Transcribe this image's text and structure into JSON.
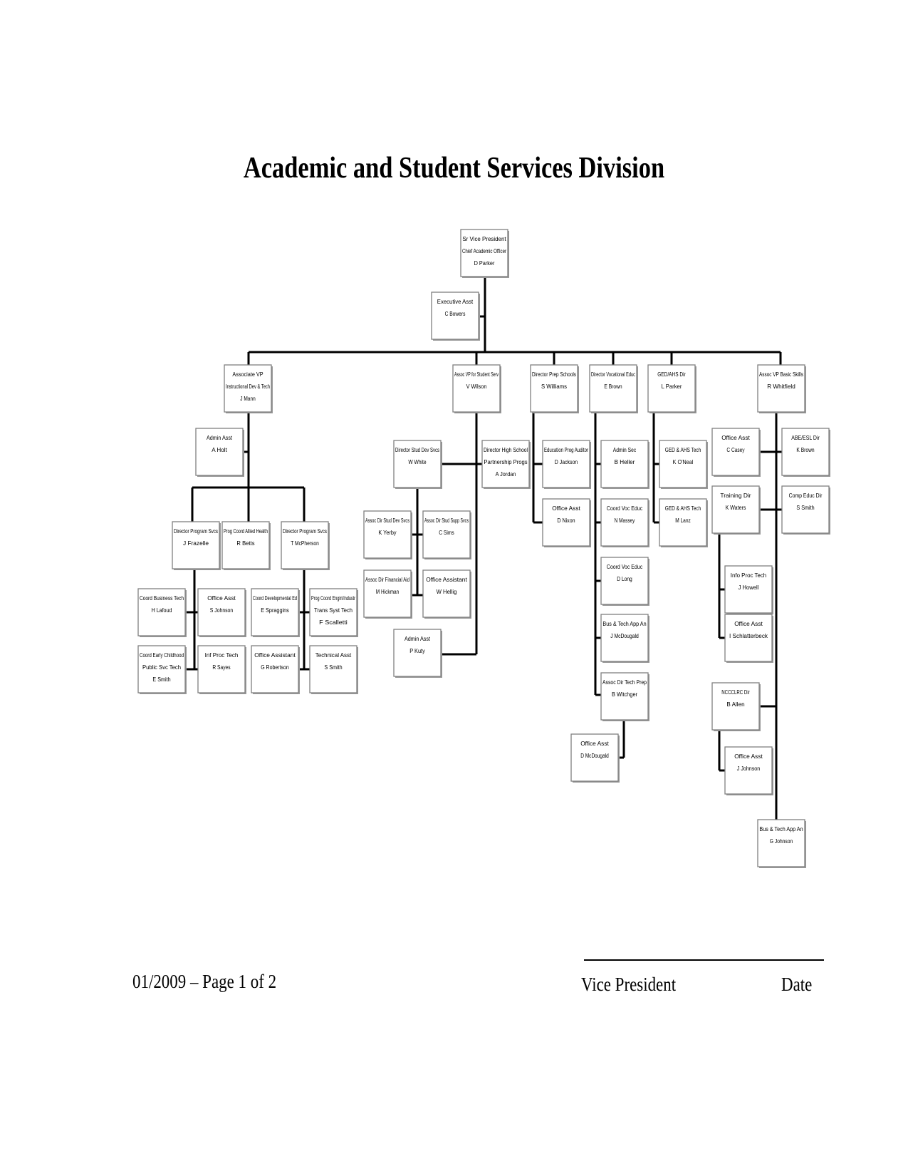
{
  "title": "Academic and Student Services Division",
  "footer": {
    "page_label": "01/2009 – Page 1 of 2",
    "signature_label": "Vice President",
    "date_label": "Date"
  },
  "org_boxes": [
    {
      "id": "svp",
      "lines": [
        "Sr Vice President",
        "Chief Academic Officer",
        "D Parker"
      ]
    },
    {
      "id": "exec-asst",
      "lines": [
        "Executive Asst",
        "C Bowers"
      ]
    },
    {
      "id": "assoc-vp-instr",
      "lines": [
        "Associate VP",
        "Instructional Dev & Tech",
        "J Mann"
      ]
    },
    {
      "id": "assoc-vp-stud",
      "lines": [
        "Assoc VP for Student Serv",
        "V Wilson"
      ]
    },
    {
      "id": "dir-prep-schools",
      "lines": [
        "Director Prep Schools",
        "S Williams"
      ]
    },
    {
      "id": "dir-voc-educ",
      "lines": [
        "Director Vocational Educ",
        "E Brown"
      ]
    },
    {
      "id": "ged-ahs-dir",
      "lines": [
        "GED/AHS Dir",
        "L Parker"
      ]
    },
    {
      "id": "assoc-vp-basic",
      "lines": [
        "Assoc VP Basic Skills",
        "R Whitfield"
      ]
    },
    {
      "id": "admin-asst-holt",
      "lines": [
        "Admin Asst",
        "A Holt"
      ]
    },
    {
      "id": "dir-prog-svcs-frazelle",
      "lines": [
        "Director Program Svcs",
        "J Frazelle"
      ]
    },
    {
      "id": "prog-coord-allied",
      "lines": [
        "Prog Coord Allied Health",
        "R Betts"
      ]
    },
    {
      "id": "dir-prog-svcs-mcpherson",
      "lines": [
        "Director Program Svcs",
        "T McPherson"
      ]
    },
    {
      "id": "coord-business-tech",
      "lines": [
        "Coord Business Tech",
        "H Lafoud"
      ]
    },
    {
      "id": "coord-early-childhood",
      "lines": [
        "Coord Early Childhood",
        "Public Svc Tech",
        "E Smith"
      ]
    },
    {
      "id": "office-asst-sjohnson",
      "lines": [
        "Office Asst",
        "S Johnson"
      ]
    },
    {
      "id": "inf-proc-tech-sayes",
      "lines": [
        "Inf Proc Tech",
        "R Sayes"
      ]
    },
    {
      "id": "coord-developmental",
      "lines": [
        "Coord Developmental Ed",
        "E Spraggins"
      ]
    },
    {
      "id": "office-assistant-robertson",
      "lines": [
        "Office Assistant",
        "G Robertson"
      ]
    },
    {
      "id": "prog-coord-engin",
      "lines": [
        "Prog Coord Engin/Industr",
        "Trans Syst Tech",
        "F Scalletti"
      ]
    },
    {
      "id": "technical-asst",
      "lines": [
        "Technical Asst",
        "S Smith"
      ]
    },
    {
      "id": "dir-stud-dev",
      "lines": [
        "Director Stud Dev Svcs",
        "W White"
      ]
    },
    {
      "id": "dir-high-school",
      "lines": [
        "Director High School",
        "Partnership Progs",
        "A Jordan"
      ]
    },
    {
      "id": "assoc-dir-stud-dev",
      "lines": [
        "Assoc Dir Stud Dev Svcs",
        "K Yerby"
      ]
    },
    {
      "id": "assoc-dir-stud-supp",
      "lines": [
        "Assoc Dir Stud Supp Svcs",
        "C Sims"
      ]
    },
    {
      "id": "assoc-dir-financial",
      "lines": [
        "Assoc Dir Financial Aid",
        "M Hickman"
      ]
    },
    {
      "id": "office-assistant-hellig",
      "lines": [
        "Office Assistant",
        "W Hellig"
      ]
    },
    {
      "id": "admin-asst-kuty",
      "lines": [
        "Admin Asst",
        "P Kuty"
      ]
    },
    {
      "id": "education-prog-audit",
      "lines": [
        "Education Prog Auditor",
        "D Jackson"
      ]
    },
    {
      "id": "office-asst-nixon",
      "lines": [
        "Office Asst",
        "D Nixon"
      ]
    },
    {
      "id": "admin-sec-heller",
      "lines": [
        "Admin Sec",
        "B Heller"
      ]
    },
    {
      "id": "coord-voc-massey",
      "lines": [
        "Coord Voc Educ",
        "N Massey"
      ]
    },
    {
      "id": "coord-voc-long",
      "lines": [
        "Coord Voc Educ",
        "D Long"
      ]
    },
    {
      "id": "bus-tech-mcdougald",
      "lines": [
        "Bus & Tech App An",
        "J McDougald"
      ]
    },
    {
      "id": "assoc-dir-tech-prep",
      "lines": [
        "Assoc Dir Tech Prep",
        "B Witchger"
      ]
    },
    {
      "id": "office-asst-dmcdougald",
      "lines": [
        "Office Asst",
        "D McDougald"
      ]
    },
    {
      "id": "ged-ahs-tech-oneal",
      "lines": [
        "GED & AHS Tech",
        "K O'Neal"
      ]
    },
    {
      "id": "ged-ahs-tech-lanz",
      "lines": [
        "GED & AHS Tech",
        "M Lanz"
      ]
    },
    {
      "id": "office-asst-casey",
      "lines": [
        "Office Asst",
        "C Casey"
      ]
    },
    {
      "id": "abe-esl-dir",
      "lines": [
        "ABE/ESL Dir",
        "K Brown"
      ]
    },
    {
      "id": "training-dir",
      "lines": [
        "Training Dir",
        "K Waters"
      ]
    },
    {
      "id": "comp-educ-dir",
      "lines": [
        "Comp Educ Dir",
        "S Smith"
      ]
    },
    {
      "id": "info-proc-tech-howell",
      "lines": [
        "Info Proc Tech",
        "J Howell"
      ]
    },
    {
      "id": "office-asst-schlatterbeck",
      "lines": [
        "Office Asst",
        "I Schlatterbeck"
      ]
    },
    {
      "id": "ncccllrc-dir",
      "lines": [
        "NCCCLRC Dir",
        "B Allen"
      ]
    },
    {
      "id": "office-asst-jjohnson",
      "lines": [
        "Office Asst",
        "J Johnson"
      ]
    },
    {
      "id": "bus-tech-gjohnson",
      "lines": [
        "Bus & Tech App An",
        "G Johnson"
      ]
    }
  ]
}
